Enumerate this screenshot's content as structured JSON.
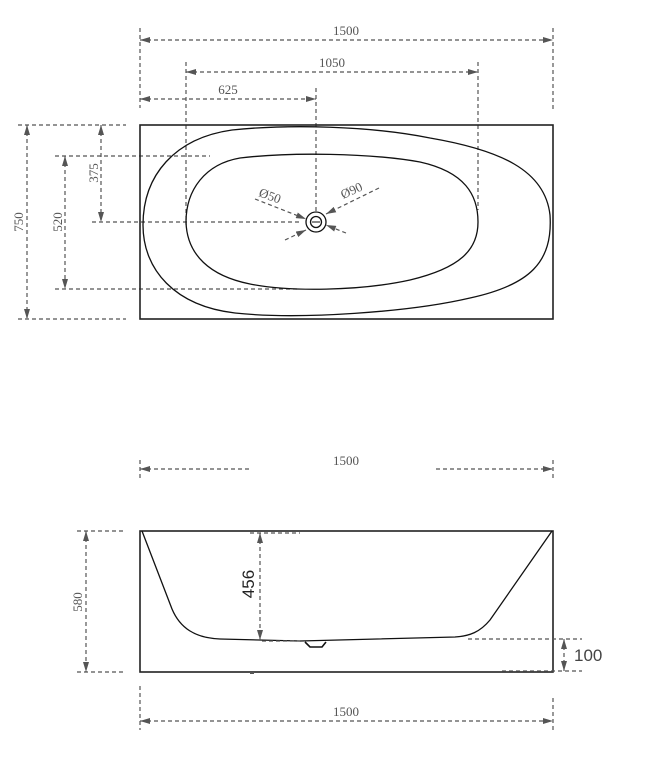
{
  "drawing": {
    "subject": "Freestanding bathtub technical drawing",
    "units": "mm",
    "top_view": {
      "overall_length": "1500",
      "inner_length": "1050",
      "drain_offset_x": "625",
      "overall_width": "750",
      "inner_width": "520",
      "drain_offset_y": "375",
      "drain_diameter_inner": "Ø50",
      "drain_diameter_outer": "Ø90"
    },
    "side_view": {
      "top_length": "1500",
      "bottom_length": "1500",
      "overall_height": "580",
      "inner_depth": "456",
      "base_height": "100"
    },
    "colors": {
      "outline": "#222222",
      "dimension": "#555555",
      "background": "#ffffff"
    }
  }
}
